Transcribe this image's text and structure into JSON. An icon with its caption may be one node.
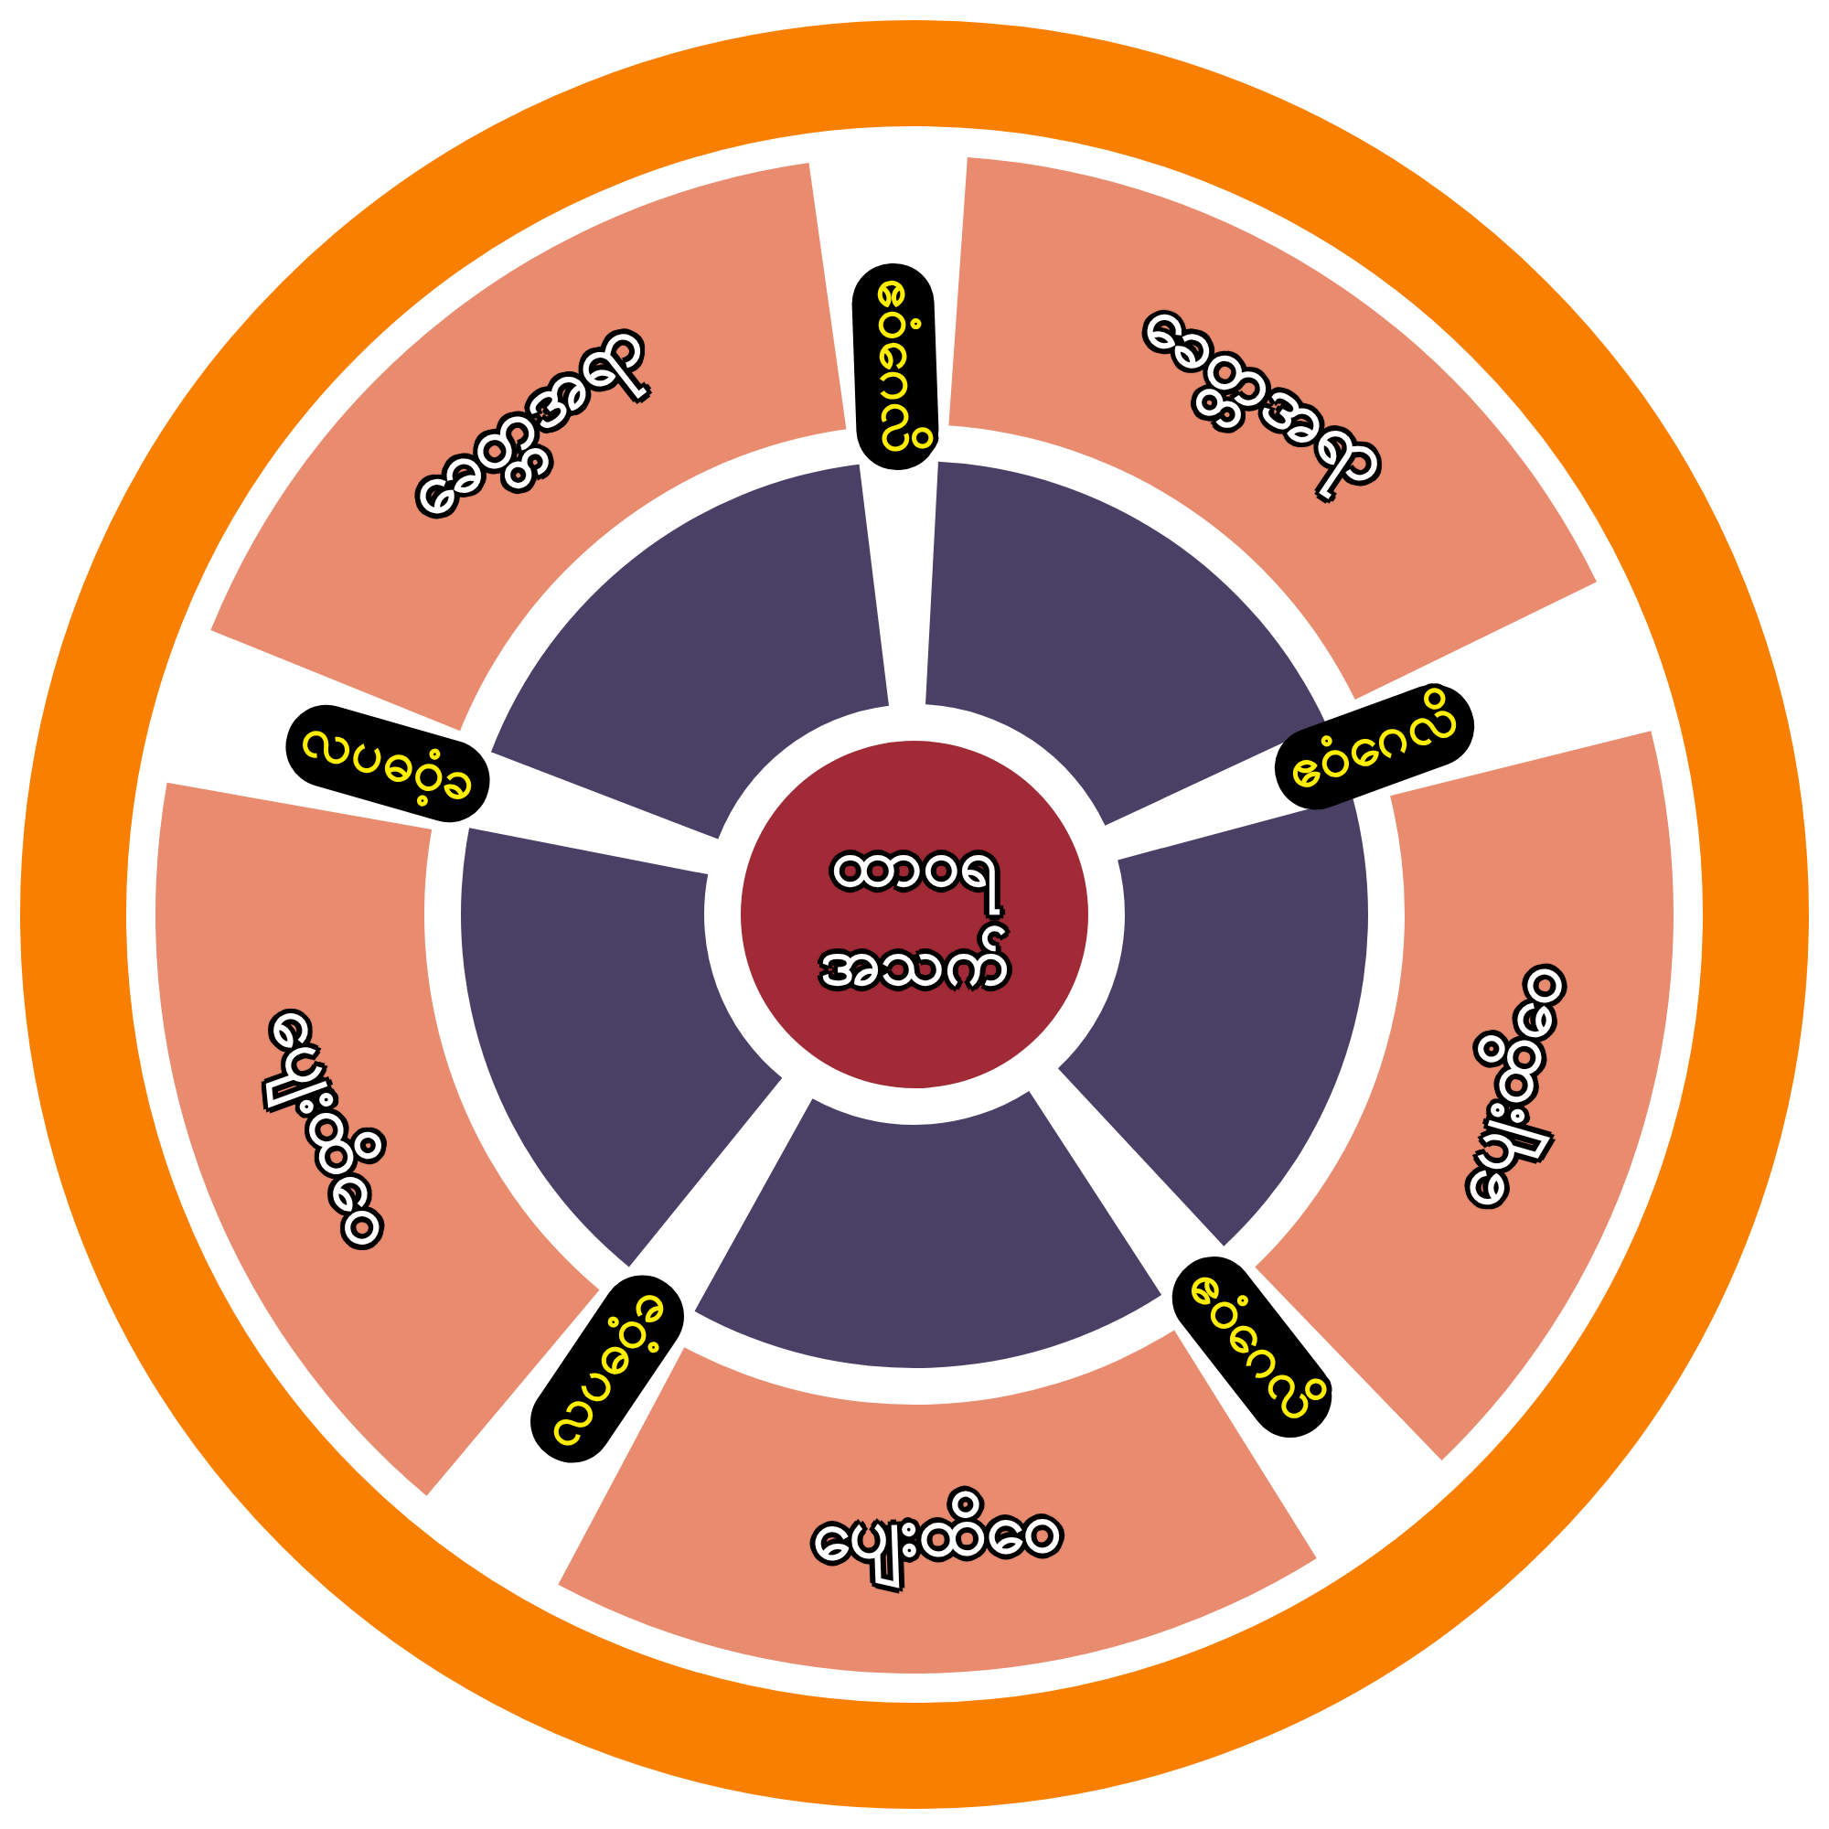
{
  "diagram": {
    "nodes": [
      {
        "text": [
          "ထာဝရ အသက်"
        ]
      },
      {
        "text": [],
        "shape": "wedge"
      },
      {
        "text": [],
        "shape": "wedge"
      },
      {
        "text": [],
        "shape": "wedge"
      },
      {
        "text": [],
        "shape": "wedge"
      },
      {
        "text": [],
        "shape": "wedge"
      },
      {
        "text": [
          "ခေတ္တအရာ"
        ]
      },
      {
        "text": [
          "ခေတ္တအရာ"
        ]
      },
      {
        "text": [
          "ပျေးထိဝေ"
        ]
      },
      {
        "text": [
          "ပျေးထိဝေ"
        ]
      },
      {
        "text": [
          "ပျေးထိဝေ"
        ]
      }
    ],
    "labels": [
      "ဧဝံဂေလိ",
      "ဧဝံဂေလိ",
      "လပဓဝံ့ခ",
      "လပဓဝံ့ခ",
      "ဧဝံဂေလိ"
    ]
  }
}
